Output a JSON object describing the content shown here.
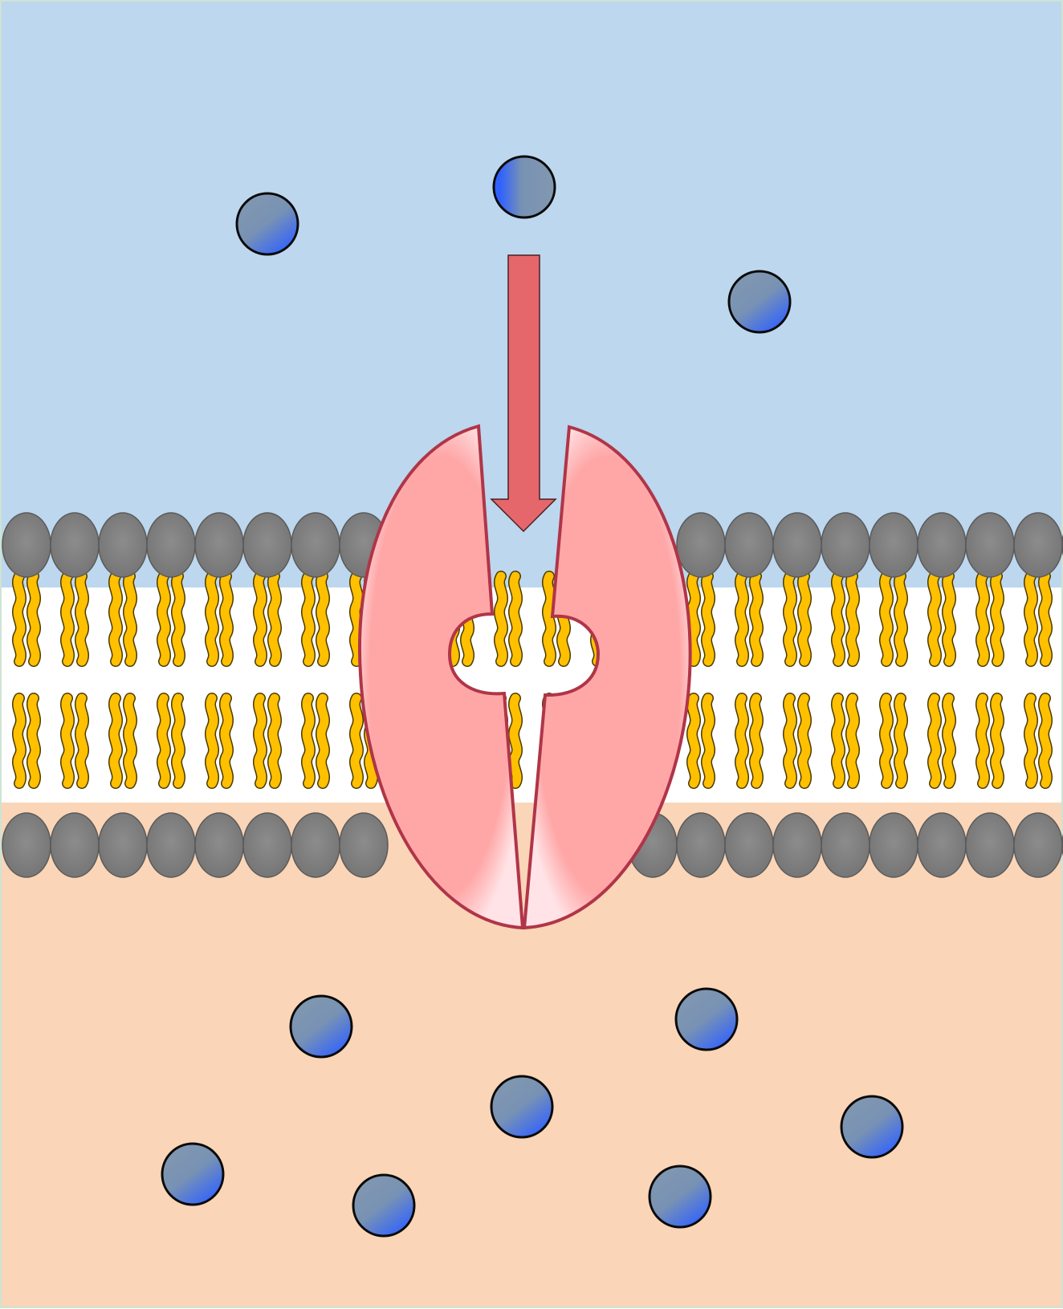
{
  "diagram": {
    "kind": "channel-protein-transport",
    "colors": {
      "extracellular": "#bdd7ee",
      "cytoplasm": "#fad5b7",
      "phospholipid_head": "#808080",
      "lipid_tail": "#ffc000",
      "protein_fill": "#ffa7a7",
      "protein_outline": "#b03548",
      "arrow": "#e5676c",
      "particle": "#3d6bff"
    },
    "regions": [
      {
        "name": "extracellular-fluid",
        "label": ""
      },
      {
        "name": "lipid-bilayer",
        "label": ""
      },
      {
        "name": "cytoplasm",
        "label": ""
      }
    ],
    "particles_outside_count": 3,
    "particles_inside_count": 7,
    "transport_direction": "down",
    "icons": [
      "channel-protein-icon",
      "transport-arrow-icon",
      "solute-particle-icon",
      "phospholipid-icon"
    ]
  }
}
